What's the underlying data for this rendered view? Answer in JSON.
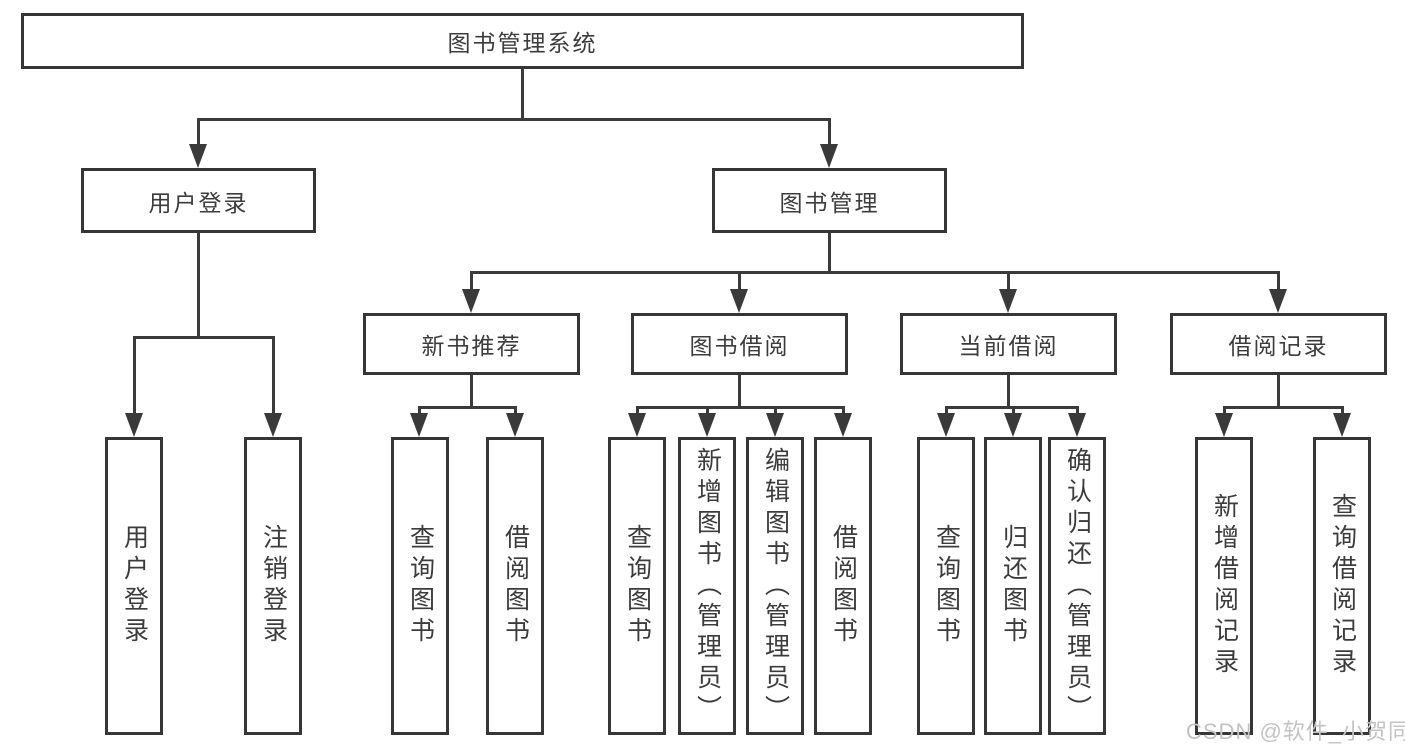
{
  "tree": {
    "label": "图书管理系统",
    "children": [
      {
        "label": "用户登录",
        "children": [
          {
            "label": "用户登录"
          },
          {
            "label": "注销登录"
          }
        ]
      },
      {
        "label": "图书管理",
        "children": [
          {
            "label": "新书推荐",
            "children": [
              {
                "label": "查询图书"
              },
              {
                "label": "借阅图书"
              }
            ]
          },
          {
            "label": "图书借阅",
            "children": [
              {
                "label": "查询图书"
              },
              {
                "label": "新增图书（管理员）"
              },
              {
                "label": "编辑图书（管理员）"
              },
              {
                "label": "借阅图书"
              }
            ]
          },
          {
            "label": "当前借阅",
            "children": [
              {
                "label": "查询图书"
              },
              {
                "label": "归还图书"
              },
              {
                "label": "确认归还（管理员）"
              }
            ]
          },
          {
            "label": "借阅记录",
            "children": [
              {
                "label": "新增借阅记录"
              },
              {
                "label": "查询借阅记录"
              }
            ]
          }
        ]
      }
    ]
  },
  "watermark": {
    "text": "CSDN @软件_小贺同学"
  },
  "colors": {
    "line": "#3a3a3a",
    "box_border": "#363636",
    "text": "#3c3c3c",
    "watermark": "#c3c3c3",
    "background": "#ffffff"
  }
}
